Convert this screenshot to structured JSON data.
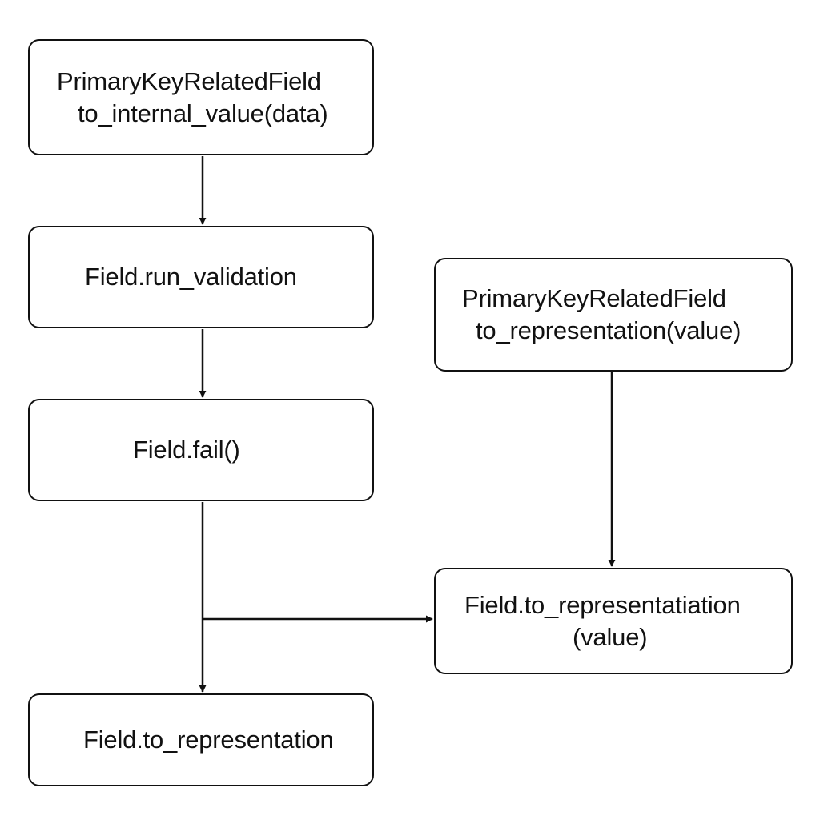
{
  "nodes": {
    "pk_internal": {
      "line1": "PrimaryKeyRelatedField",
      "line2": "to_internal_value(data)"
    },
    "run_validation": {
      "line1": "Field.run_validation"
    },
    "fail": {
      "line1": "Field.fail()"
    },
    "to_representation": {
      "line1": "Field.to_representation"
    },
    "pk_representation": {
      "line1": "PrimaryKeyRelatedField",
      "line2": "to_representation(value)"
    },
    "to_representatiation": {
      "line1": "Field.to_representatiation",
      "line2": "(value)"
    }
  },
  "edges": [
    {
      "from": "pk_internal",
      "to": "run_validation"
    },
    {
      "from": "run_validation",
      "to": "fail"
    },
    {
      "from": "fail",
      "to": "to_representation"
    },
    {
      "from": "fail",
      "to": "to_representatiation"
    },
    {
      "from": "pk_representation",
      "to": "to_representatiation"
    }
  ],
  "colors": {
    "stroke": "#111111",
    "background": "#ffffff"
  }
}
